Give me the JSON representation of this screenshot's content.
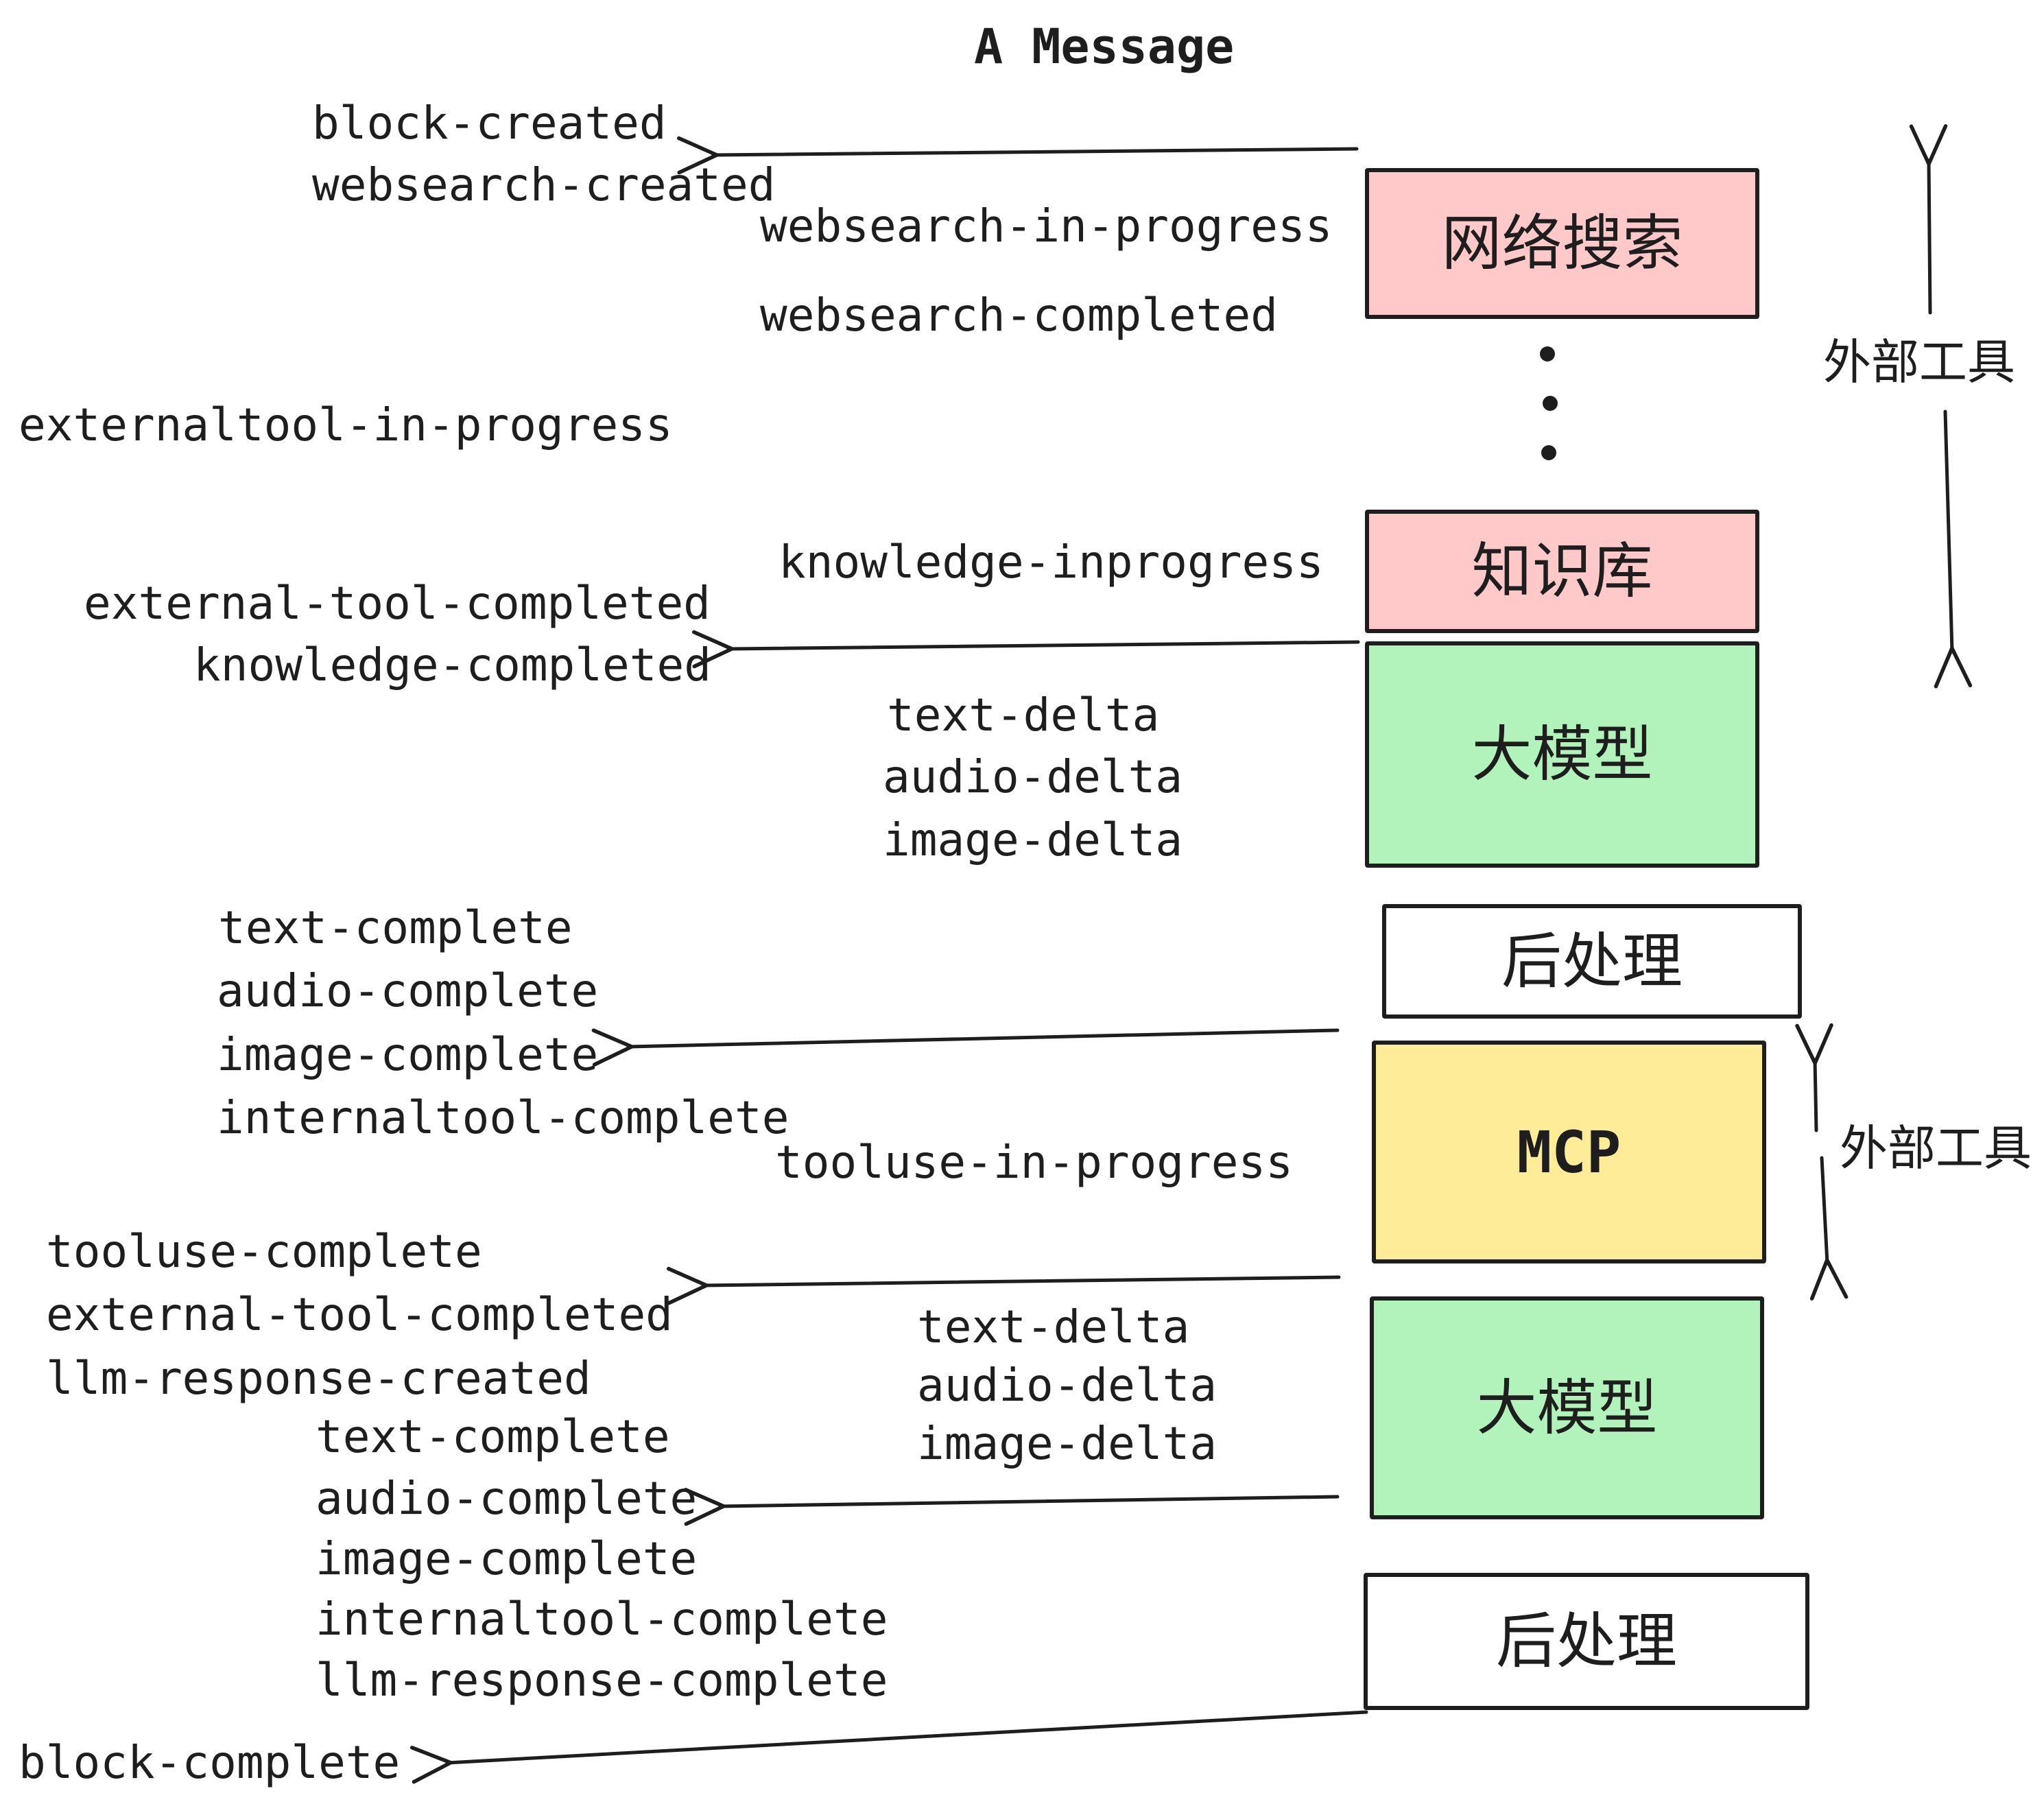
{
  "title": "A Message",
  "colors": {
    "pink_box": "#FFC9C9",
    "green_box": "#B2F2BB",
    "yellow_box": "#FFEC99",
    "ink": "#1e1e1e",
    "background": "#ffffff"
  },
  "boxes": {
    "websearch": "网络搜索",
    "knowledge": "知识库",
    "llm": "大模型",
    "postprocess": "后处理",
    "mcp": "MCP",
    "llm2": "大模型",
    "postprocess2": "后处理"
  },
  "side_labels": {
    "external_tools_upper": "外部工具",
    "external_tools_lower": "外部工具"
  },
  "events": {
    "block_created": "block-created",
    "websearch_created": "websearch-created",
    "websearch_in_progress": "websearch-in-progress",
    "websearch_completed": "websearch-completed",
    "externaltool_in_progress": "externaltool-in-progress",
    "knowledge_inprogress": "knowledge-inprogress",
    "external_tool_completed": "external-tool-completed",
    "knowledge_completed": "knowledge-completed",
    "text_delta": "text-delta",
    "audio_delta": "audio-delta",
    "image_delta": "image-delta",
    "text_complete": "text-complete",
    "audio_complete": "audio-complete",
    "image_complete": "image-complete",
    "internaltool_complete": "internaltool-complete",
    "tooluse_in_progress": "tooluse-in-progress",
    "tooluse_complete": "tooluse-complete",
    "llm_response_created": "llm-response-created",
    "llm_response_complete": "llm-response-complete",
    "block_complete": "block-complete"
  }
}
